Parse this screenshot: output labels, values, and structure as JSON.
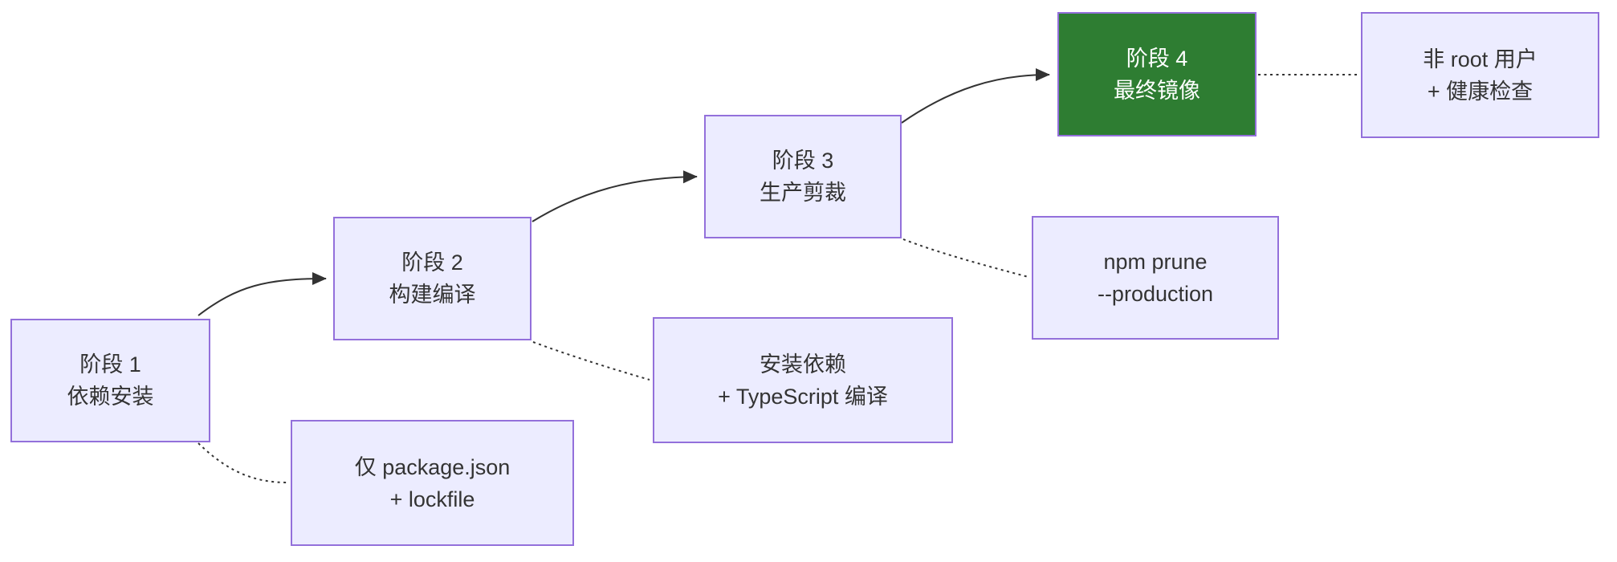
{
  "diagram": {
    "kind": "flowchart",
    "description": "Multi-stage Docker build pipeline flowchart, stages rising from bottom-left to top-right with dotted annotation boxes",
    "nodes": {
      "stage1": {
        "line1": "阶段 1",
        "line2": "依赖安装",
        "role": "stage"
      },
      "stage2": {
        "line1": "阶段 2",
        "line2": "构建编译",
        "role": "stage"
      },
      "stage3": {
        "line1": "阶段 3",
        "line2": "生产剪裁",
        "role": "stage"
      },
      "stage4": {
        "line1": "阶段 4",
        "line2": "最终镜像",
        "role": "stage-final"
      },
      "note1": {
        "line1": "仅 package.json",
        "line2": "+ lockfile",
        "role": "annotation"
      },
      "note2": {
        "line1": "安装依赖",
        "line2": "+ TypeScript 编译",
        "role": "annotation"
      },
      "note3": {
        "line1": "npm prune",
        "line2": "--production",
        "role": "annotation"
      },
      "note4": {
        "line1": "非 root 用户",
        "line2": "+ 健康检查",
        "role": "annotation"
      }
    },
    "edges": [
      {
        "from": "stage1",
        "to": "stage2",
        "style": "solid-arrow"
      },
      {
        "from": "stage2",
        "to": "stage3",
        "style": "solid-arrow"
      },
      {
        "from": "stage3",
        "to": "stage4",
        "style": "solid-arrow"
      },
      {
        "from": "stage1",
        "to": "note1",
        "style": "dotted"
      },
      {
        "from": "stage2",
        "to": "note2",
        "style": "dotted"
      },
      {
        "from": "stage3",
        "to": "note3",
        "style": "dotted"
      },
      {
        "from": "stage4",
        "to": "note4",
        "style": "dotted"
      }
    ],
    "colors": {
      "background": "#FFFFFF",
      "node_fill": "#ECECFF",
      "node_border": "#9370DB",
      "final_fill": "#2E7D32",
      "final_text": "#FFFFFF",
      "text": "#333333",
      "edge": "#333333"
    }
  }
}
